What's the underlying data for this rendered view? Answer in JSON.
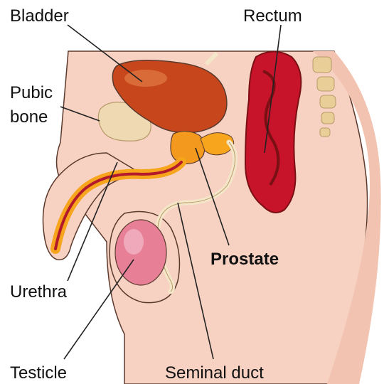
{
  "labels": {
    "bladder": "Bladder",
    "rectum": "Rectum",
    "pubic_bone_line1": "Pubic",
    "pubic_bone_line2": "bone",
    "prostate": "Prostate",
    "urethra": "Urethra",
    "testicle": "Testicle",
    "seminal_duct": "Seminal duct"
  },
  "colors": {
    "skin": "#f7d2c2",
    "skin_shade": "#efb9a6",
    "outline": "#5b3a2e",
    "bladder": "#c8461b",
    "bladder_highlight": "#e07a45",
    "prostate": "#f39a1e",
    "rectum_dark": "#7a0f14",
    "rectum_red": "#c8142a",
    "bone": "#eed9b2",
    "spine": "#e9cf97",
    "urethra_outer": "#f6a51d",
    "urethra_inner": "#b31a2c",
    "testicle": "#e77f97",
    "seminal_duct": "#f4e6c8",
    "leader_line": "#222222"
  }
}
